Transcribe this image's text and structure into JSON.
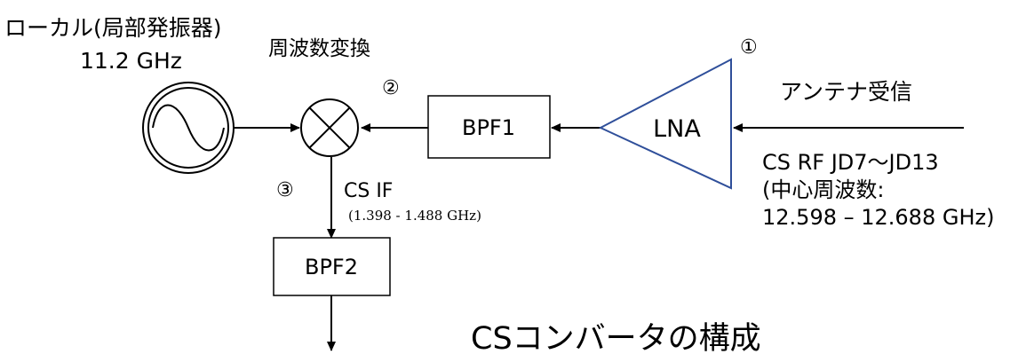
{
  "local_oscillator": {
    "title": "ローカル(局部発振器)",
    "frequency": "11.2 GHz"
  },
  "mixer": {
    "label": "周波数変換"
  },
  "markers": {
    "lna_output": "①",
    "bpf1_output": "②",
    "mixer_output": "③"
  },
  "bpf1": {
    "label": "BPF1"
  },
  "lna": {
    "label": "LNA"
  },
  "antenna": {
    "label": "アンテナ受信"
  },
  "cs_rf": {
    "line1": "CS RF  JD7〜JD13",
    "line2": "(中心周波数:",
    "line3": "12.598 – 12.688 GHz)"
  },
  "cs_if": {
    "label": "CS IF",
    "range": "(1.398 - 1.488 GHz)"
  },
  "bpf2": {
    "label": "BPF2"
  },
  "caption": "CSコンバータの構成",
  "colors": {
    "lna_outline": "#2f4f9a",
    "line": "#000000"
  }
}
